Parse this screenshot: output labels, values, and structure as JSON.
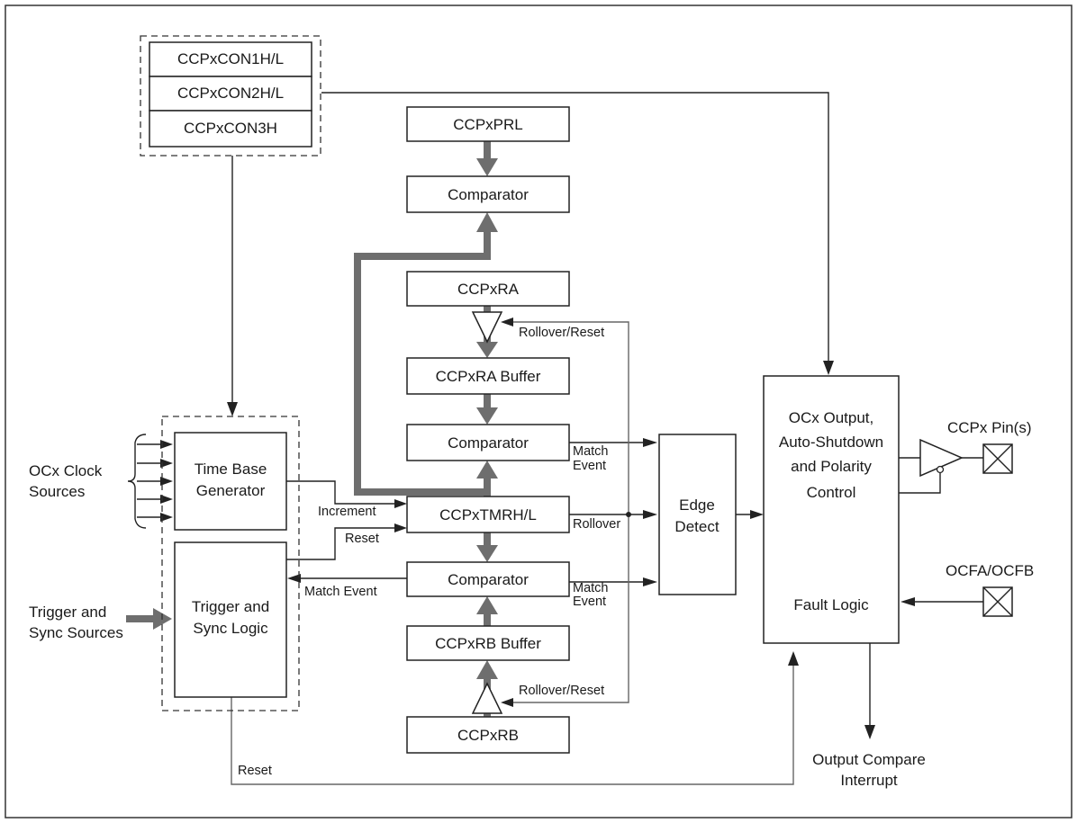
{
  "registers": {
    "con1": "CCPxCON1H/L",
    "con2": "CCPxCON2H/L",
    "con3": "CCPxCON3H"
  },
  "blocks": {
    "prl": "CCPxPRL",
    "comparator_prl": "Comparator",
    "ra": "CCPxRA",
    "ra_buffer": "CCPxRA Buffer",
    "comparator_a": "Comparator",
    "tmr": "CCPxTMRH/L",
    "comparator_b": "Comparator",
    "rb_buffer": "CCPxRB Buffer",
    "rb": "CCPxRB",
    "timebase_l1": "Time Base",
    "timebase_l2": "Generator",
    "trigger_l1": "Trigger and",
    "trigger_l2": "Sync Logic",
    "edge_l1": "Edge",
    "edge_l2": "Detect",
    "ocx_l1": "OCx Output,",
    "ocx_l2": "Auto-Shutdown",
    "ocx_l3": "and Polarity",
    "ocx_l4": "Control",
    "fault_logic": "Fault Logic"
  },
  "labels": {
    "rollover_reset_top": "Rollover/Reset",
    "rollover_reset_bottom": "Rollover/Reset",
    "match_event_a_l1": "Match",
    "match_event_a_l2": "Event",
    "match_event_b_l1": "Match",
    "match_event_b_l2": "Event",
    "rollover": "Rollover",
    "increment": "Increment",
    "reset_tmr": "Reset",
    "match_event_trigger": "Match Event",
    "reset_bottom": "Reset",
    "clock_sources_l1": "OCx Clock",
    "clock_sources_l2": "Sources",
    "trigger_sources_l1": "Trigger and",
    "trigger_sources_l2": "Sync Sources",
    "ccpx_pins": "CCPx Pin(s)",
    "ocfa_ocfb": "OCFA/OCFB",
    "interrupt_l1": "Output Compare",
    "interrupt_l2": "Interrupt"
  }
}
